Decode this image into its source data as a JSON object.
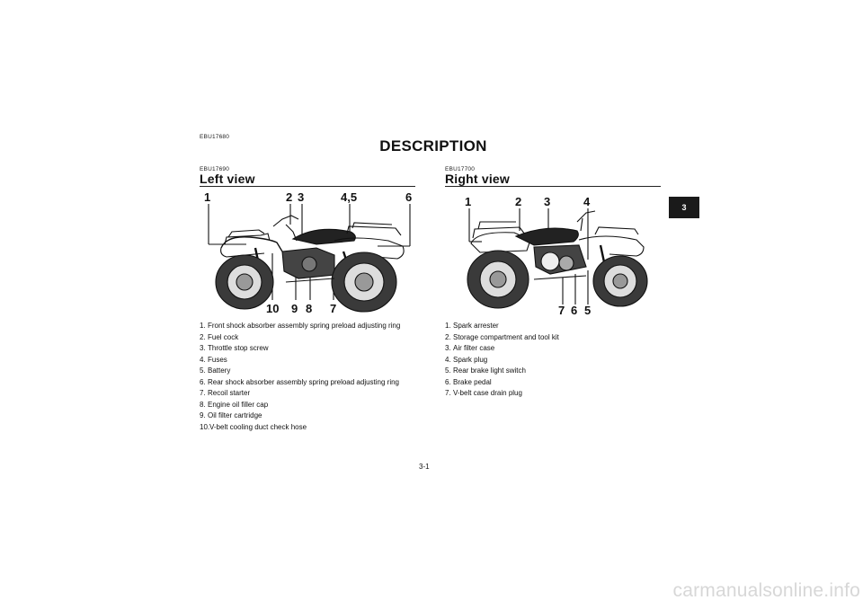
{
  "header": {
    "code": "EBU17680",
    "title": "DESCRIPTION"
  },
  "chapter_tab": "3",
  "left_view": {
    "code": "EBU17690",
    "title": "Left view",
    "callouts": [
      "1",
      "2",
      "3",
      "4,5",
      "6",
      "10",
      "9",
      "8",
      "7"
    ],
    "items": [
      {
        "num": "1.",
        "text": "Front shock absorber assembly spring preload adjusting ring"
      },
      {
        "num": "2.",
        "text": "Fuel cock"
      },
      {
        "num": "3.",
        "text": "Throttle stop screw"
      },
      {
        "num": "4.",
        "text": "Fuses"
      },
      {
        "num": "5.",
        "text": "Battery"
      },
      {
        "num": "6.",
        "text": "Rear shock absorber assembly spring preload adjusting ring"
      },
      {
        "num": "7.",
        "text": "Recoil starter"
      },
      {
        "num": "8.",
        "text": "Engine oil filler cap"
      },
      {
        "num": "9.",
        "text": "Oil filter cartridge"
      },
      {
        "num": "10.",
        "text": "V-belt cooling duct check hose"
      }
    ]
  },
  "right_view": {
    "code": "EBU17700",
    "title": "Right view",
    "callouts": [
      "1",
      "2",
      "3",
      "4",
      "7",
      "6",
      "5"
    ],
    "items": [
      {
        "num": "1.",
        "text": "Spark arrester"
      },
      {
        "num": "2.",
        "text": "Storage compartment and tool kit"
      },
      {
        "num": "3.",
        "text": "Air filter case"
      },
      {
        "num": "4.",
        "text": "Spark plug"
      },
      {
        "num": "5.",
        "text": "Rear brake light switch"
      },
      {
        "num": "6.",
        "text": "Brake pedal"
      },
      {
        "num": "7.",
        "text": "V-belt case drain plug"
      }
    ]
  },
  "page_number": "3-1",
  "watermark": "carmanualsonline.info"
}
